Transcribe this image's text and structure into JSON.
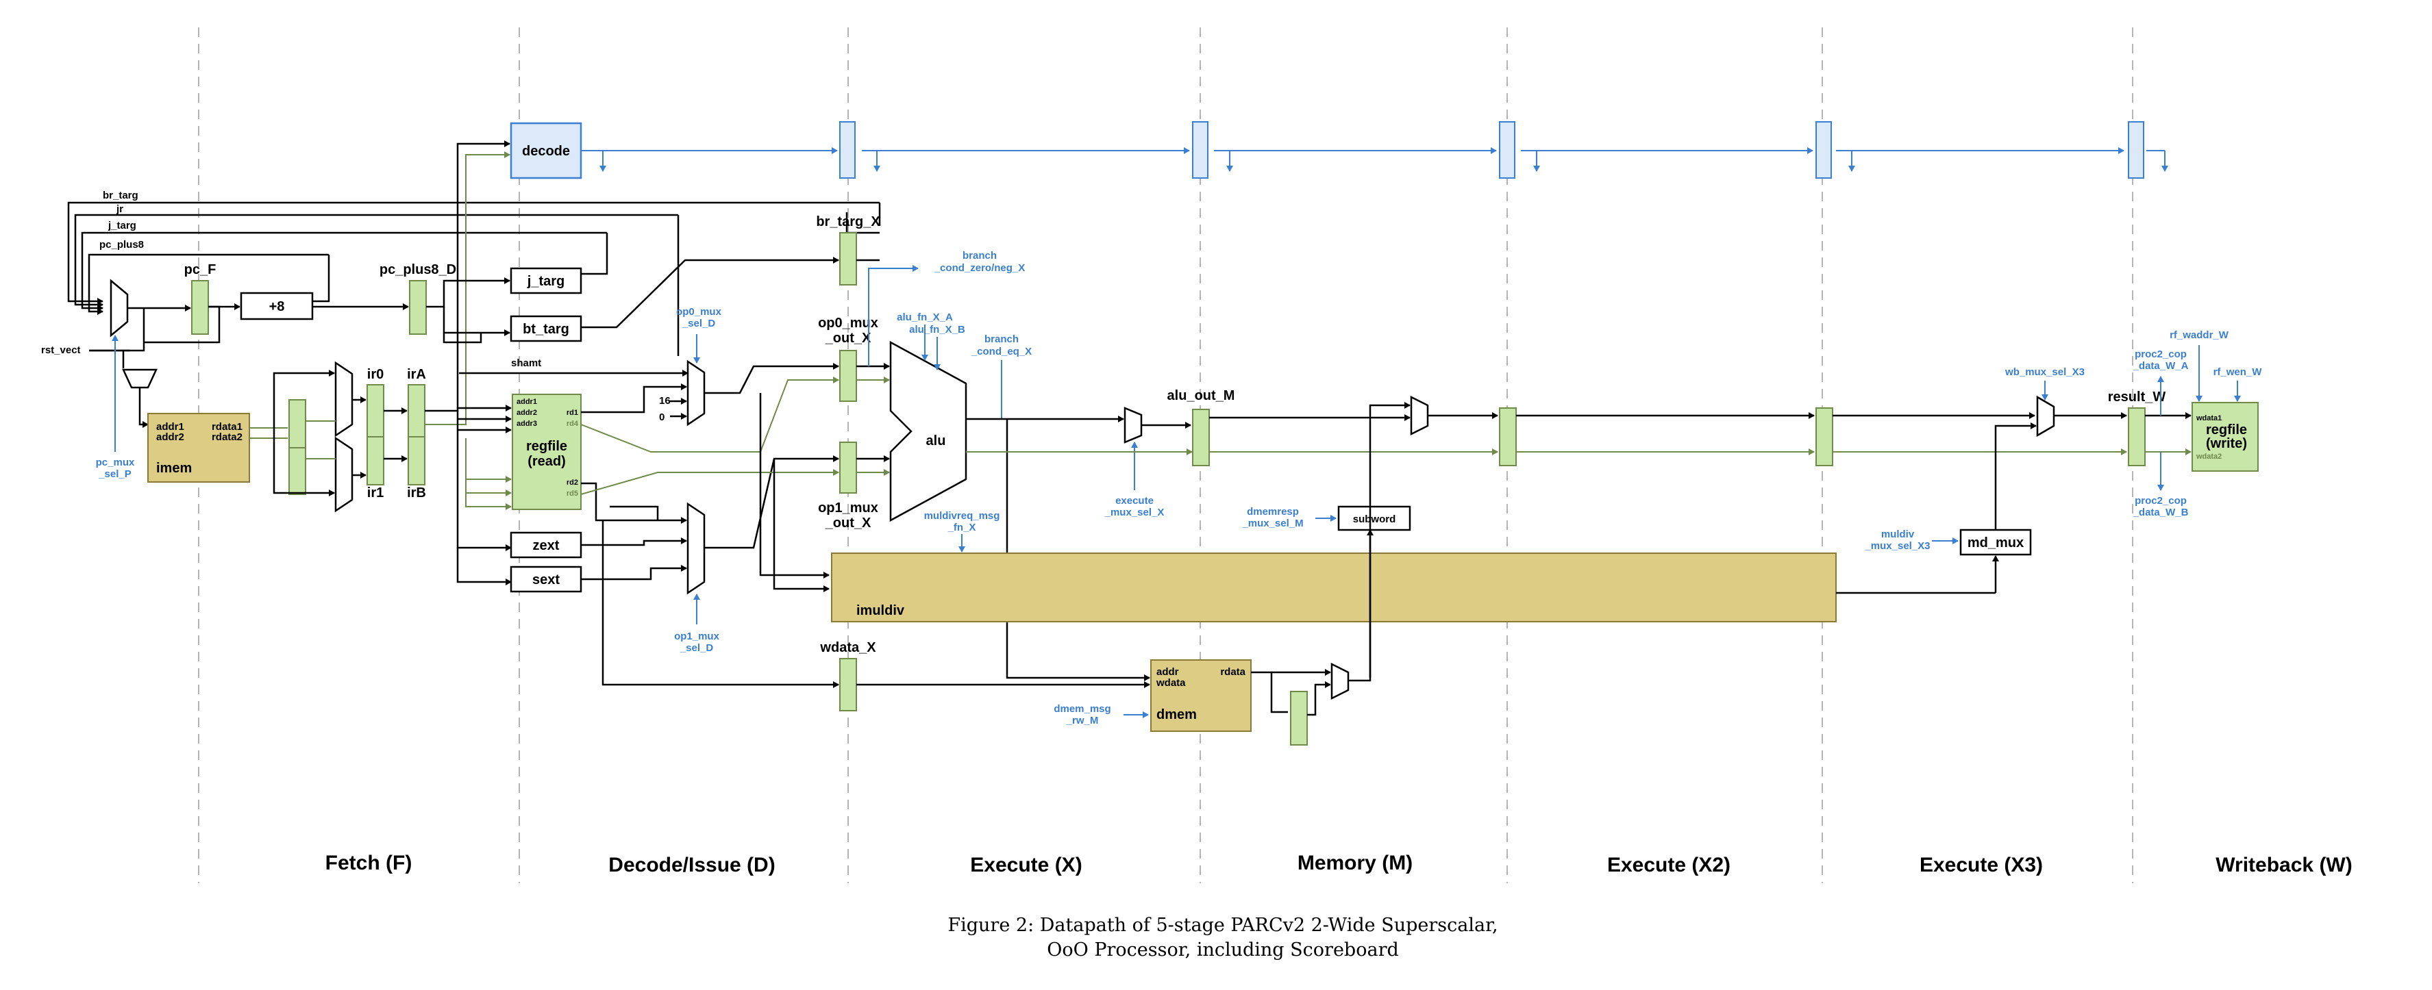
{
  "stages": [
    "Fetch (F)",
    "Decode/Issue (D)",
    "Execute (X)",
    "Memory (M)",
    "Execute (X2)",
    "Execute (X3)",
    "Writeback (W)"
  ],
  "caption": {
    "line1": "Figure 2: Datapath of 5-stage PARCv2 2-Wide Superscalar,",
    "line2": "OoO Processor, including Scoreboard"
  },
  "blocks": {
    "decode": "decode",
    "plus8": "+8",
    "j_targ": "j_targ",
    "bt_targ": "bt_targ",
    "zext": "zext",
    "sext": "sext",
    "subword": "subword",
    "md_mux": "md_mux",
    "alu": "alu",
    "imuldiv": "imuldiv",
    "imem": {
      "name": "imem",
      "addr1": "addr1",
      "addr2": "addr2",
      "rdata1": "rdata1",
      "rdata2": "rdata2"
    },
    "regfile_read": {
      "line1": "regfile",
      "line2": "(read)",
      "addr1": "addr1",
      "addr2": "addr2",
      "addr3": "addr3",
      "rd1": "rd1",
      "rd4": "rd4",
      "rd2": "rd2",
      "rd5": "rd5"
    },
    "regfile_write": {
      "line1": "regfile",
      "line2": "(write)",
      "wdata1": "wdata1",
      "wdata2": "wdata2"
    },
    "dmem": {
      "name": "dmem",
      "addr": "addr",
      "wdata": "wdata",
      "rdata": "rdata"
    }
  },
  "labels": {
    "br_targ": "br_targ",
    "jr": "jr",
    "j_targ_wire": "j_targ",
    "pc_plus8": "pc_plus8",
    "pc_F": "pc_F",
    "pc_plus8_D": "pc_plus8_D",
    "rst_vect": "rst_vect",
    "ir0": "ir0",
    "ir1": "ir1",
    "irA": "irA",
    "irB": "irB",
    "shamt": "shamt",
    "const16": "16",
    "const0": "0",
    "br_targ_X": "br_targ_X",
    "op0_mux_out_X_1": "op0_mux",
    "op0_mux_out_X_2": "_out_X",
    "op1_mux_out_X_1": "op1_mux",
    "op1_mux_out_X_2": "_out_X",
    "alu_out_M": "alu_out_M",
    "wdata_X": "wdata_X",
    "result_W": "result_W"
  },
  "control": {
    "pc_mux_sel_P_1": "pc_mux",
    "pc_mux_sel_P_2": "_sel_P",
    "op0_mux_sel_D_1": "op0_mux",
    "op0_mux_sel_D_2": "_sel_D",
    "op1_mux_sel_D_1": "op1_mux",
    "op1_mux_sel_D_2": "_sel_D",
    "branch_cond_zero_neg_X_1": "branch",
    "branch_cond_zero_neg_X_2": "_cond_zero/neg_X",
    "alu_fn_X_A": "alu_fn_X_A",
    "alu_fn_X_B": "alu_fn_X_B",
    "branch_cond_eq_X_1": "branch",
    "branch_cond_eq_X_2": "_cond_eq_X",
    "execute_mux_sel_X_1": "execute",
    "execute_mux_sel_X_2": "_mux_sel_X",
    "muldivreq_msg_fn_X_1": "muldivreq_msg",
    "muldivreq_msg_fn_X_2": "_fn_X",
    "dmemresp_mux_sel_M_1": "dmemresp",
    "dmemresp_mux_sel_M_2": "_mux_sel_M",
    "dmem_msg_rw_M_1": "dmem_msg",
    "dmem_msg_rw_M_2": "_rw_M",
    "muldiv_mux_sel_X3_1": "muldiv",
    "muldiv_mux_sel_X3_2": "_mux_sel_X3",
    "wb_mux_sel_X3": "wb_mux_sel_X3",
    "rf_waddr_W": "rf_waddr_W",
    "rf_wen_W": "rf_wen_W",
    "proc2_cop_data_W_A_1": "proc2_cop",
    "proc2_cop_data_W_A_2": "_data_W_A",
    "proc2_cop_data_W_B_1": "proc2_cop",
    "proc2_cop_data_W_B_2": "_data_W_B"
  },
  "colors": {
    "control": "#3a7fd0",
    "register": "#c7e6a8",
    "memory": "#ddcc84",
    "stage_divider": "#b5b5b5"
  }
}
